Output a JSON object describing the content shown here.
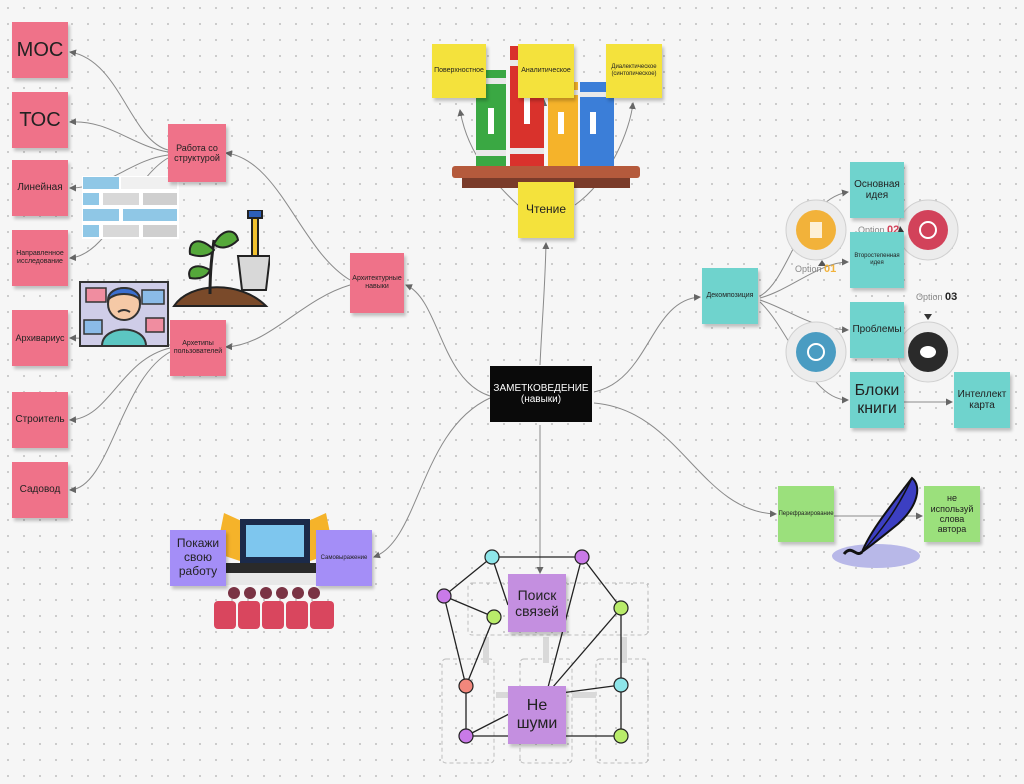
{
  "center": {
    "line1": "ЗАМЕТКОВЕДЕНИЕ",
    "line2": "(навыки)"
  },
  "branches": {
    "architecture": {
      "label": "Архитектурные навыки"
    },
    "structure": {
      "label": "Работа со структурой"
    },
    "archetypes": {
      "label": "Архетипы пользователей"
    },
    "reading": {
      "label": "Чтение"
    },
    "decomposition": {
      "label": "Декомпозиция"
    },
    "paraphrase": {
      "label": "Перефразирование"
    },
    "selfexpression": {
      "label": "Самовыражение"
    }
  },
  "structure_items": [
    "МОС",
    "ТОС",
    "Линейная",
    "Направленное исследование"
  ],
  "archetype_items": [
    "Архивариус",
    "Строитель",
    "Садовод"
  ],
  "reading_items": [
    "Поверхностное",
    "Аналитическое",
    "Диалектическое (синтопическое)"
  ],
  "decomposition_items": [
    "Основная идея",
    "Второстепенная идея",
    "Проблемы",
    "Блоки книги"
  ],
  "intellect_map": "Интеллект карта",
  "no_author_words": "не используй слова автора",
  "show_work": "Покажи свою работу",
  "search_links": "Поиск связей",
  "no_noise": "Не шуми",
  "options": {
    "o1": "Option",
    "n1": "01",
    "o2": "Option",
    "n2": "02",
    "o3": "Option",
    "n3": "03"
  },
  "colors": {
    "red": "#ef7289",
    "yellow": "#f4e23c",
    "teal": "#6fd3cd",
    "green": "#9be07c",
    "violet": "#c48fe0",
    "purple": "#a48ef7",
    "center": "#0a0a0a"
  }
}
